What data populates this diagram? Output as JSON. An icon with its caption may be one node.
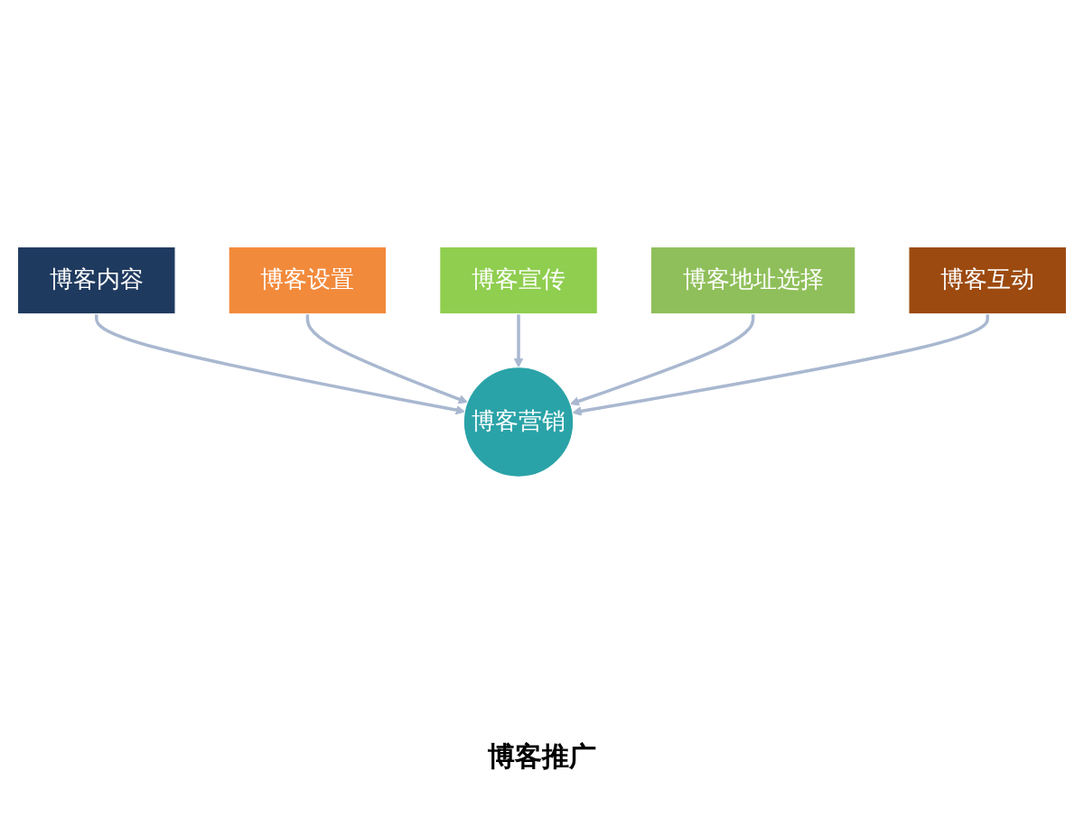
{
  "diagram": {
    "caption": "博客推广",
    "nodes": [
      {
        "text": [
          "博客内容"
        ]
      },
      {
        "text": [
          "博客设置"
        ]
      },
      {
        "text": [
          "博客宣传"
        ]
      },
      {
        "text": [
          "博客地址选择"
        ]
      },
      {
        "text": [
          "博客营销"
        ]
      },
      {
        "text": [
          "博客互动"
        ]
      }
    ],
    "edges": [
      {
        "from": 0,
        "to": 4,
        "arrow": "to"
      },
      {
        "from": 1,
        "to": 4,
        "arrow": "to"
      },
      {
        "from": 2,
        "to": 4,
        "arrow": "to"
      },
      {
        "from": 3,
        "to": 4,
        "arrow": "to"
      },
      {
        "from": 5,
        "to": 4,
        "arrow": "to"
      }
    ]
  }
}
